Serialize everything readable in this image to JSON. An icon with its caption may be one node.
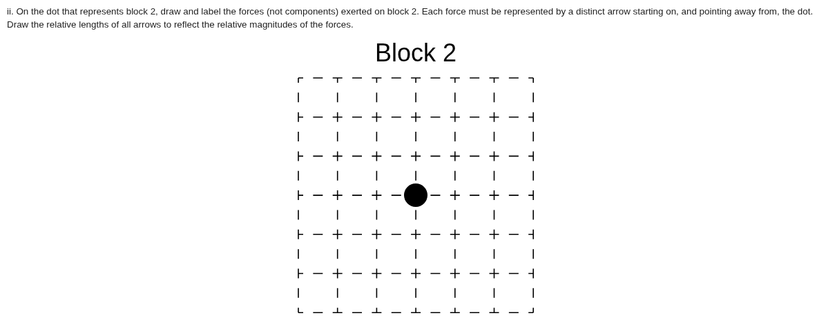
{
  "diagram": {
    "title": "Block 2",
    "nodes": [
      {
        "text": [],
        "shape": "circle"
      }
    ],
    "labels": [
      "ii. On the dot that represents block 2, draw and label the forces (not components) exerted on block 2. Each force must be represented by a distinct arrow starting on, and pointing away from, the dot. Draw the relative lengths of all arrows to reflect the relative magnitudes of the forces."
    ]
  }
}
